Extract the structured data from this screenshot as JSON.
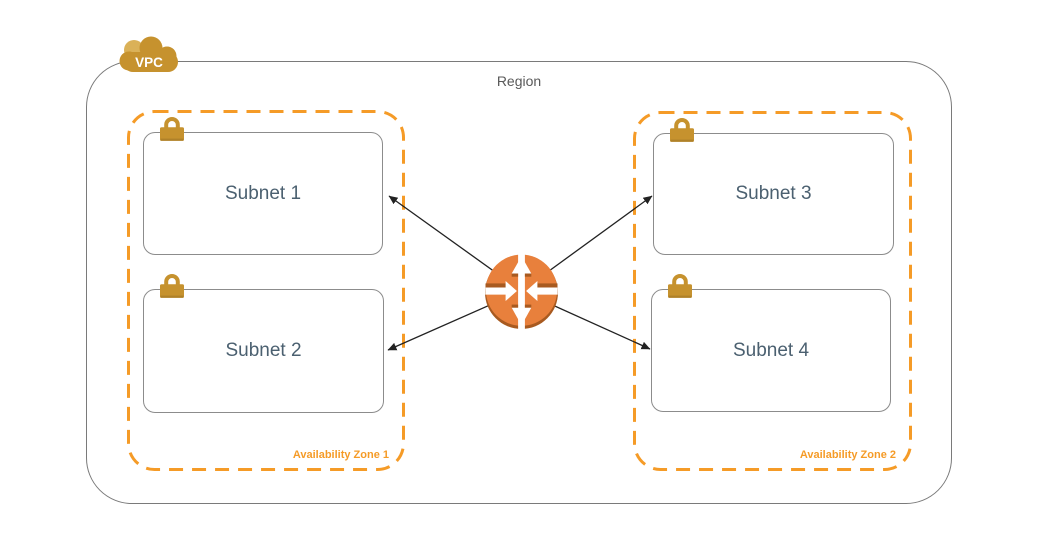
{
  "colors": {
    "az_orange": "#F59B27",
    "gold": "#C6922E",
    "gold_light": "#DAB158",
    "gold_dark": "#AF8129",
    "router_orange": "#E8803C",
    "router_shadow": "#A85A20",
    "region_border": "#7A7A7A",
    "subnet_border": "#8C8C8C",
    "region_text": "#595959",
    "subnet_text": "#4B6070",
    "arrow_color": "#222222"
  },
  "region": {
    "label": "Region",
    "vpc_badge": "VPC"
  },
  "availability_zones": [
    {
      "label": "Availability Zone 1",
      "subnets": [
        {
          "label": "Subnet 1"
        },
        {
          "label": "Subnet 2"
        }
      ]
    },
    {
      "label": "Availability Zone 2",
      "subnets": [
        {
          "label": "Subnet 3"
        },
        {
          "label": "Subnet 4"
        }
      ]
    }
  ],
  "icons": {
    "vpc_cloud": "vpc-cloud-icon",
    "subnet_lock": "lock-icon",
    "router": "vpc-router-icon"
  },
  "connections": [
    {
      "from": "router",
      "to": "Subnet 1"
    },
    {
      "from": "router",
      "to": "Subnet 2"
    },
    {
      "from": "router",
      "to": "Subnet 3"
    },
    {
      "from": "router",
      "to": "Subnet 4"
    }
  ]
}
